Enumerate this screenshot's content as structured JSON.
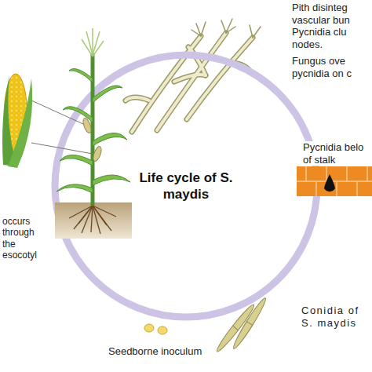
{
  "diagram": {
    "nodes": [
      {
        "text": [
          "Life cycle of S. maydis"
        ]
      }
    ],
    "labels": [
      "Pith disinteg vascular bun Pycnidia clu nodes.",
      "Fungus ove pycnidia on c",
      "Pycnidia belo of stalk",
      "occurs through the esocotyl",
      "Conidia of S. maydis",
      "Seedborne inoculum"
    ]
  }
}
